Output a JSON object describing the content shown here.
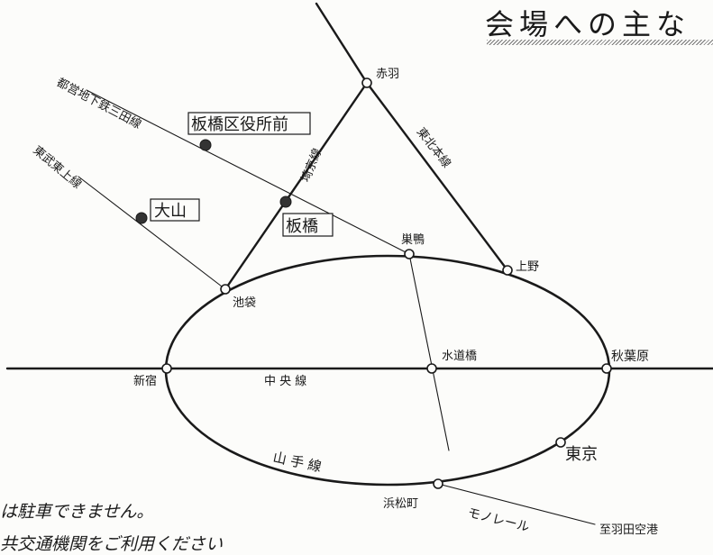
{
  "title": "会場への主な",
  "notes": [
    "は駐車できません。",
    "共交通機関をご利用ください"
  ],
  "map": {
    "stations": [
      {
        "id": "akabane",
        "name": "赤羽",
        "node": "open"
      },
      {
        "id": "ueno",
        "name": "上野",
        "node": "open"
      },
      {
        "id": "sugamo",
        "name": "巣鴨",
        "node": "open"
      },
      {
        "id": "ikebukuro",
        "name": "池袋",
        "node": "open"
      },
      {
        "id": "shinjuku",
        "name": "新宿",
        "node": "open"
      },
      {
        "id": "suidobashi",
        "name": "水道橋",
        "node": "open"
      },
      {
        "id": "akihabara",
        "name": "秋葉原",
        "node": "open"
      },
      {
        "id": "tokyo",
        "name": "東京",
        "node": "open"
      },
      {
        "id": "hamamatsucho",
        "name": "浜松町",
        "node": "open"
      },
      {
        "id": "itabashi",
        "name": "板橋",
        "node": "filled",
        "boxed": true
      },
      {
        "id": "oyama",
        "name": "大山",
        "node": "filled",
        "boxed": true
      },
      {
        "id": "itabashi-kuyakusho-mae",
        "name": "板橋区役所前",
        "node": "filled",
        "boxed": true
      }
    ],
    "lines": [
      {
        "id": "chuo",
        "name": "中 央 線"
      },
      {
        "id": "yamanote",
        "name": "山 手 線"
      },
      {
        "id": "saikyo",
        "name": "埼京線"
      },
      {
        "id": "tohoku",
        "name": "東北本線"
      },
      {
        "id": "mita",
        "name": "都営地下鉄三田線"
      },
      {
        "id": "tobu-tojo",
        "name": "東武東上線"
      },
      {
        "id": "monorail",
        "name": "モノレール"
      }
    ],
    "destination": "至羽田空港"
  }
}
